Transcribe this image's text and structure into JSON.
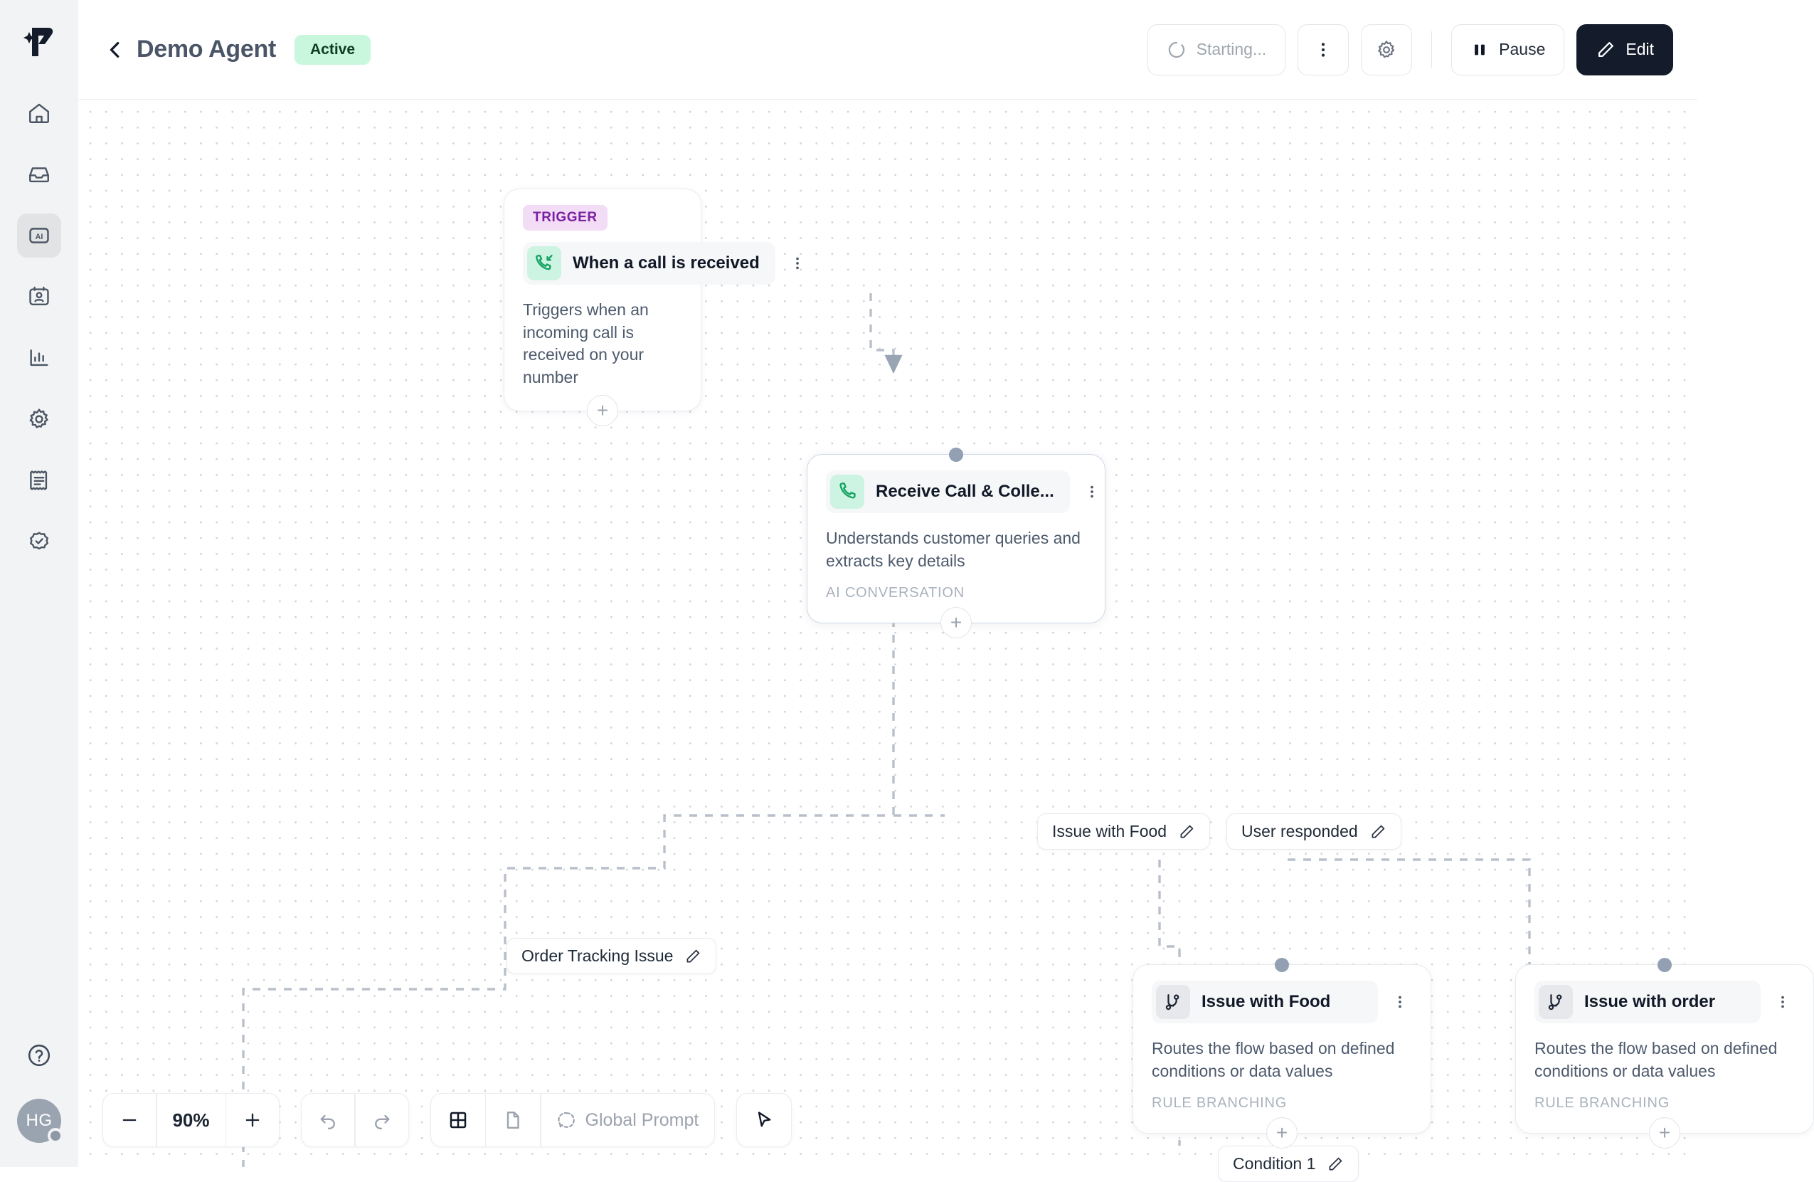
{
  "sidebar": {
    "logo_icon": "pulse-logo-icon",
    "items": [
      {
        "icon": "home-icon",
        "name": "home",
        "active": false
      },
      {
        "icon": "inbox-icon",
        "name": "inbox",
        "active": false
      },
      {
        "icon": "ai-icon",
        "name": "ai",
        "active": true,
        "label": "AI"
      },
      {
        "icon": "contact-card-icon",
        "name": "contacts",
        "active": false
      },
      {
        "icon": "bar-chart-icon",
        "name": "analytics",
        "active": false
      },
      {
        "icon": "gear-icon",
        "name": "settings",
        "active": false
      },
      {
        "icon": "receipt-icon",
        "name": "billing",
        "active": false
      },
      {
        "icon": "badge-check-icon",
        "name": "verified",
        "active": false
      }
    ],
    "help_icon": "help-circle-icon",
    "avatar_initials": "HG"
  },
  "header": {
    "back_icon": "chevron-left-icon",
    "title": "Demo Agent",
    "status_badge": "Active",
    "status_label": "Starting...",
    "status_icon": "spinner-icon",
    "more_icon": "kebab-menu-icon",
    "settings_icon": "gear-icon",
    "pause_label": "Pause",
    "pause_icon": "pause-icon",
    "edit_label": "Edit",
    "edit_icon": "pencil-icon"
  },
  "nodes": [
    {
      "id": "trigger",
      "tag": "TRIGGER",
      "icon": "incoming-call-icon",
      "title": "When a call is received",
      "description": "Triggers when an incoming call is received on your number",
      "type": "",
      "kebab_icon": "kebab-menu-icon",
      "plus_icon": "plus-icon"
    },
    {
      "id": "ai-conversation",
      "tag": "",
      "icon": "phone-icon",
      "title": "Receive Call & Colle...",
      "description": "Understands customer queries and extracts key details",
      "type": "AI CONVERSATION",
      "kebab_icon": "kebab-menu-icon",
      "plus_icon": "plus-icon"
    },
    {
      "id": "issue-with-food",
      "tag": "",
      "icon": "branch-icon",
      "title": "Issue with Food",
      "description": "Routes the flow based on defined conditions or data values",
      "type": "RULE BRANCHING",
      "kebab_icon": "kebab-menu-icon",
      "plus_icon": "plus-icon"
    },
    {
      "id": "issue-with-order",
      "tag": "",
      "icon": "branch-icon",
      "title": "Issue with order",
      "description": "Routes the flow based on defined conditions or data values",
      "type": "RULE BRANCHING",
      "kebab_icon": "kebab-menu-icon",
      "plus_icon": "plus-icon"
    }
  ],
  "edge_labels": [
    {
      "id": "order-tracking-issue",
      "text": "Order Tracking Issue",
      "icon": "pencil-icon"
    },
    {
      "id": "issue-with-food",
      "text": "Issue with Food",
      "icon": "pencil-icon"
    },
    {
      "id": "user-responded",
      "text": "User responded",
      "icon": "pencil-icon"
    },
    {
      "id": "condition-1",
      "text": "Condition 1",
      "icon": "pencil-icon"
    }
  ],
  "toolbar": {
    "zoom_out_icon": "minus-icon",
    "zoom_level": "90%",
    "zoom_in_icon": "plus-icon",
    "undo_icon": "undo-icon",
    "redo_icon": "redo-icon",
    "layout_icon": "grid-layout-icon",
    "page_icon": "document-icon",
    "global_prompt_label": "Global Prompt",
    "global_prompt_icon": "dashed-circle-icon",
    "pointer_icon": "cursor-pointer-icon"
  },
  "colors": {
    "accent_dark": "#141c2b",
    "active_badge_bg": "#c9f7de",
    "active_badge_text": "#0c3b22",
    "trigger_tag_bg": "#f3dcf5",
    "trigger_tag_text": "#7b1fa2",
    "node_icon_green_bg": "#cdf3e2",
    "node_icon_green_fg": "#17a463",
    "canvas_dot": "#cfd3da",
    "edge_stroke": "#b9c0ca"
  }
}
